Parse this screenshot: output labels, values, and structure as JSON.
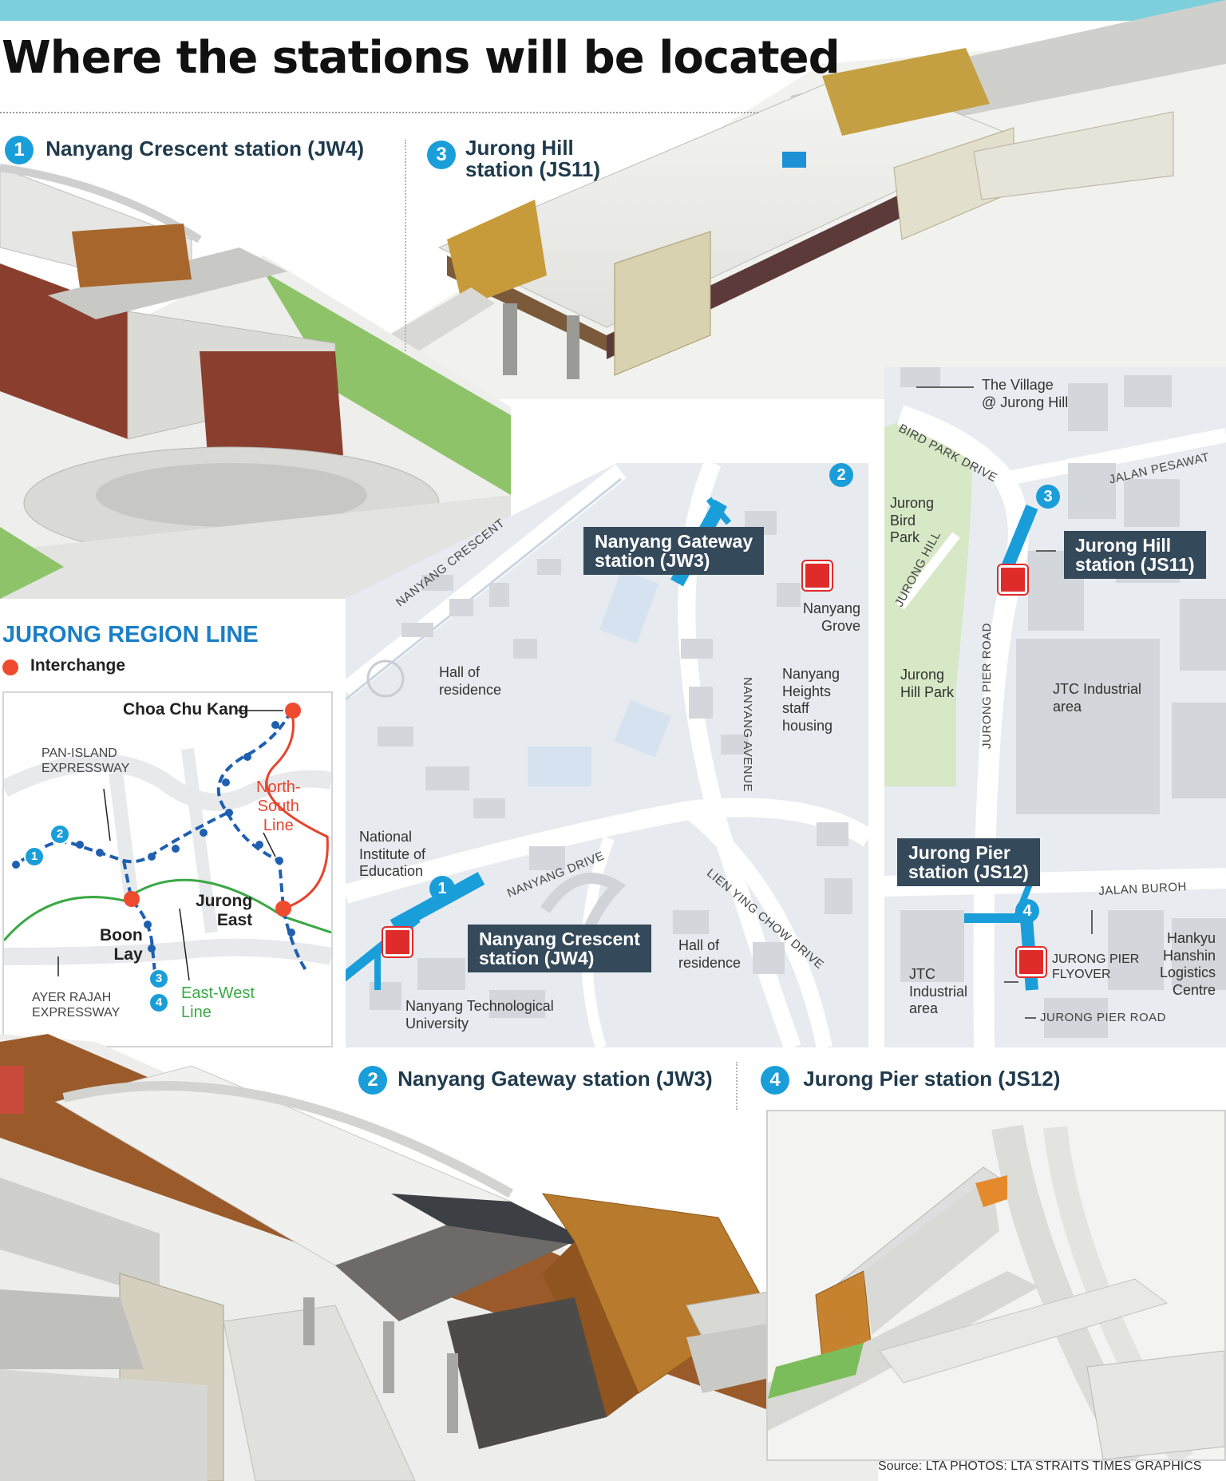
{
  "headline": "Where the stations will be located",
  "sections": {
    "s1": {
      "num": "1",
      "title": "Nanyang Crescent station (JW4)"
    },
    "s3": {
      "num": "3",
      "title_line1": "Jurong Hill",
      "title_line2": "station (JS11)"
    },
    "s2": {
      "num": "2",
      "title": "Nanyang Gateway station (JW3)"
    },
    "s4": {
      "num": "4",
      "title": "Jurong Pier station (JS12)"
    }
  },
  "jrl": {
    "title": "JURONG REGION LINE",
    "legend_interchange": "Interchange",
    "labels": {
      "choa_chu_kang": "Choa Chu Kang",
      "pie": [
        "PAN-ISLAND",
        "EXPRESSWAY"
      ],
      "nsl": [
        "North-",
        "South",
        "Line"
      ],
      "jurong_east": [
        "Jurong",
        "East"
      ],
      "boon_lay": [
        "Boon",
        "Lay"
      ],
      "aye": [
        "AYER RAJAH",
        "EXPRESSWAY"
      ],
      "ewl": [
        "East-West",
        "Line"
      ],
      "stn_nums": [
        "1",
        "2",
        "3",
        "4"
      ]
    },
    "colors": {
      "jrl": "#1f5fb0",
      "nsl": "#e4452e",
      "ewl": "#3aa844",
      "interchange": "#ef4b2f"
    }
  },
  "map_nanyang": {
    "callout_jw3": [
      "Nanyang Gateway",
      "station (JW3)"
    ],
    "callout_jw4": [
      "Nanyang Crescent",
      "station (JW4)"
    ],
    "nanyang_grove": [
      "Nanyang",
      "Grove"
    ],
    "hall1": [
      "Hall of",
      "residence"
    ],
    "nanyang_heights": [
      "Nanyang",
      "Heights",
      "staff",
      "housing"
    ],
    "nie": [
      "National",
      "Institute of",
      "Education"
    ],
    "ntu": [
      "Nanyang Technological",
      "University"
    ],
    "hall2": [
      "Hall of",
      "residence"
    ],
    "roads": {
      "nanyang_crescent": "NANYANG CRESCENT",
      "nanyang_avenue": "NANYANG AVENUE",
      "nanyang_drive": "NANYANG DRIVE",
      "lien_ying_chow": "LIEN YING CHOW DRIVE"
    },
    "nums": {
      "jw3": "2",
      "jw4": "1"
    }
  },
  "map_jurong": {
    "village": [
      "The Village",
      "@ Jurong Hill"
    ],
    "bird_park_drive": "BIRD   PARK   DRIVE",
    "jalan_pesawat": "JALAN PESAWAT",
    "bird_park": [
      "Jurong",
      "Bird",
      "Park"
    ],
    "jurong_hill_road": "JURONG   HILL",
    "callout_js11": [
      "Jurong Hill",
      "station (JS11)"
    ],
    "jurong_hill_park": [
      "Jurong",
      "Hill Park"
    ],
    "jtc1": [
      "JTC Industrial",
      "area"
    ],
    "jurong_pier_road_v": "JURONG PIER ROAD",
    "callout_js12": [
      "Jurong Pier",
      "station (JS12)"
    ],
    "jalan_buroh": "JALAN BUROH",
    "flyover": [
      "JURONG PIER",
      "FLYOVER"
    ],
    "hankyu": [
      "Hankyu",
      "Hanshin",
      "Logistics",
      "Centre"
    ],
    "jtc2": [
      "JTC",
      "Industrial",
      "area"
    ],
    "jurong_pier_road_h": "JURONG PIER ROAD",
    "nums": {
      "js11": "3",
      "js12": "4"
    }
  },
  "source": "Source: LTA   PHOTOS: LTA   STRAITS TIMES GRAPHICS"
}
